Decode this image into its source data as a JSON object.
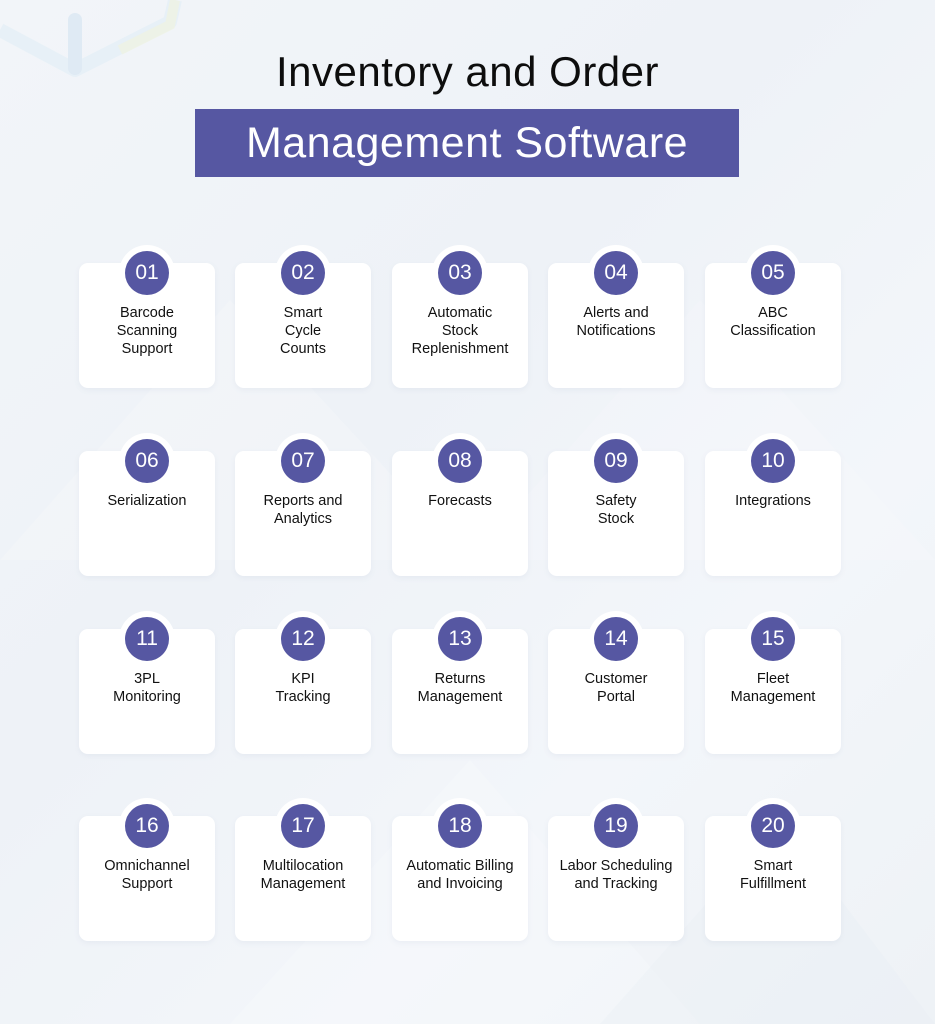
{
  "title": {
    "line1": "Inventory and Order",
    "line2": "Management Software"
  },
  "colors": {
    "accent": "#5657a2",
    "card": "#ffffff",
    "background": "#f1f4f8",
    "text": "#111111"
  },
  "features": [
    {
      "number": "01",
      "label": "Barcode\nScanning\nSupport"
    },
    {
      "number": "02",
      "label": "Smart\nCycle\nCounts"
    },
    {
      "number": "03",
      "label": "Automatic\nStock\nReplenishment"
    },
    {
      "number": "04",
      "label": "Alerts and\nNotifications"
    },
    {
      "number": "05",
      "label": "ABC\nClassification"
    },
    {
      "number": "06",
      "label": "Serialization"
    },
    {
      "number": "07",
      "label": "Reports and\nAnalytics"
    },
    {
      "number": "08",
      "label": "Forecasts"
    },
    {
      "number": "09",
      "label": "Safety\nStock"
    },
    {
      "number": "10",
      "label": "Integrations"
    },
    {
      "number": "11",
      "label": "3PL\nMonitoring"
    },
    {
      "number": "12",
      "label": "KPI\nTracking"
    },
    {
      "number": "13",
      "label": "Returns\nManagement"
    },
    {
      "number": "14",
      "label": "Customer\nPortal"
    },
    {
      "number": "15",
      "label": "Fleet\nManagement"
    },
    {
      "number": "16",
      "label": "Omnichannel\nSupport"
    },
    {
      "number": "17",
      "label": "Multilocation\nManagement"
    },
    {
      "number": "18",
      "label": "Automatic Billing\nand Invoicing"
    },
    {
      "number": "19",
      "label": "Labor Scheduling\nand Tracking"
    },
    {
      "number": "20",
      "label": "Smart\nFulfillment"
    }
  ]
}
